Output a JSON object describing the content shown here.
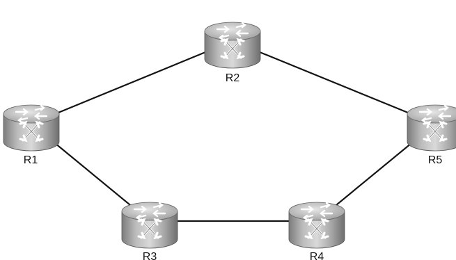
{
  "diagram": {
    "type": "network-topology",
    "colors": {
      "router_body": "#9a9a9a",
      "router_top": "#bdbdbd",
      "router_highlight": "#e8e8e8",
      "link": "#141414",
      "label": "#111111"
    },
    "routers": [
      {
        "id": "R1",
        "label": "R1",
        "icon": "router-icon"
      },
      {
        "id": "R2",
        "label": "R2",
        "icon": "router-icon"
      },
      {
        "id": "R3",
        "label": "R3",
        "icon": "router-icon"
      },
      {
        "id": "R4",
        "label": "R4",
        "icon": "router-icon"
      },
      {
        "id": "R5",
        "label": "R5",
        "icon": "router-icon"
      }
    ],
    "links": [
      {
        "from": "R1",
        "to": "R2"
      },
      {
        "from": "R2",
        "to": "R5"
      },
      {
        "from": "R1",
        "to": "R3"
      },
      {
        "from": "R3",
        "to": "R4"
      },
      {
        "from": "R4",
        "to": "R5"
      }
    ]
  }
}
